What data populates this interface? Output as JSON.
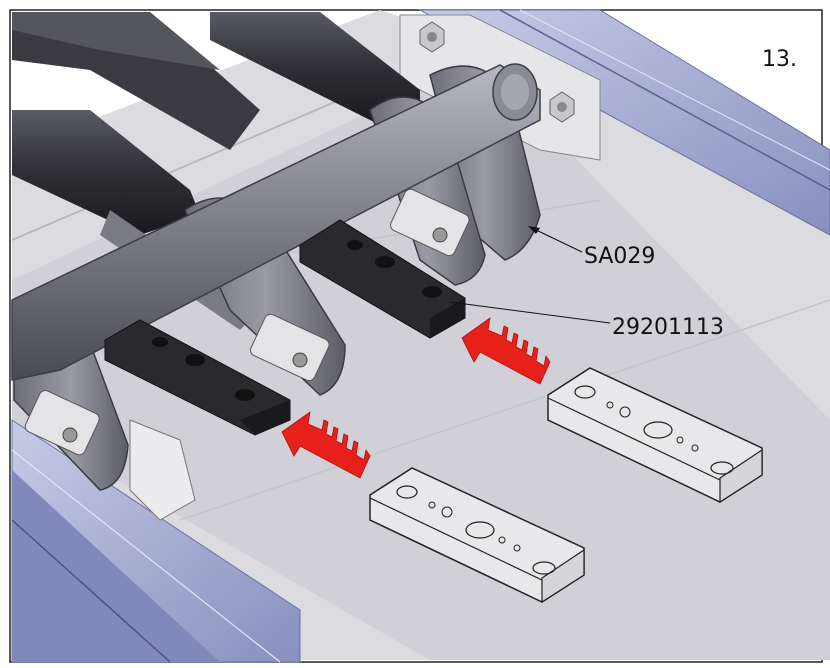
{
  "step_number": "13.",
  "callouts": [
    {
      "id": "callout-sa029",
      "text": "SA029"
    },
    {
      "id": "callout-29201113",
      "text": "29201113"
    }
  ],
  "colors": {
    "arrow": "#e8201a",
    "rail": "#9aa3d0",
    "shaft": "#6f6f78",
    "bracket": "#8a8a90",
    "pad": "#2a2a2e",
    "floor": "#d8d8dc"
  }
}
